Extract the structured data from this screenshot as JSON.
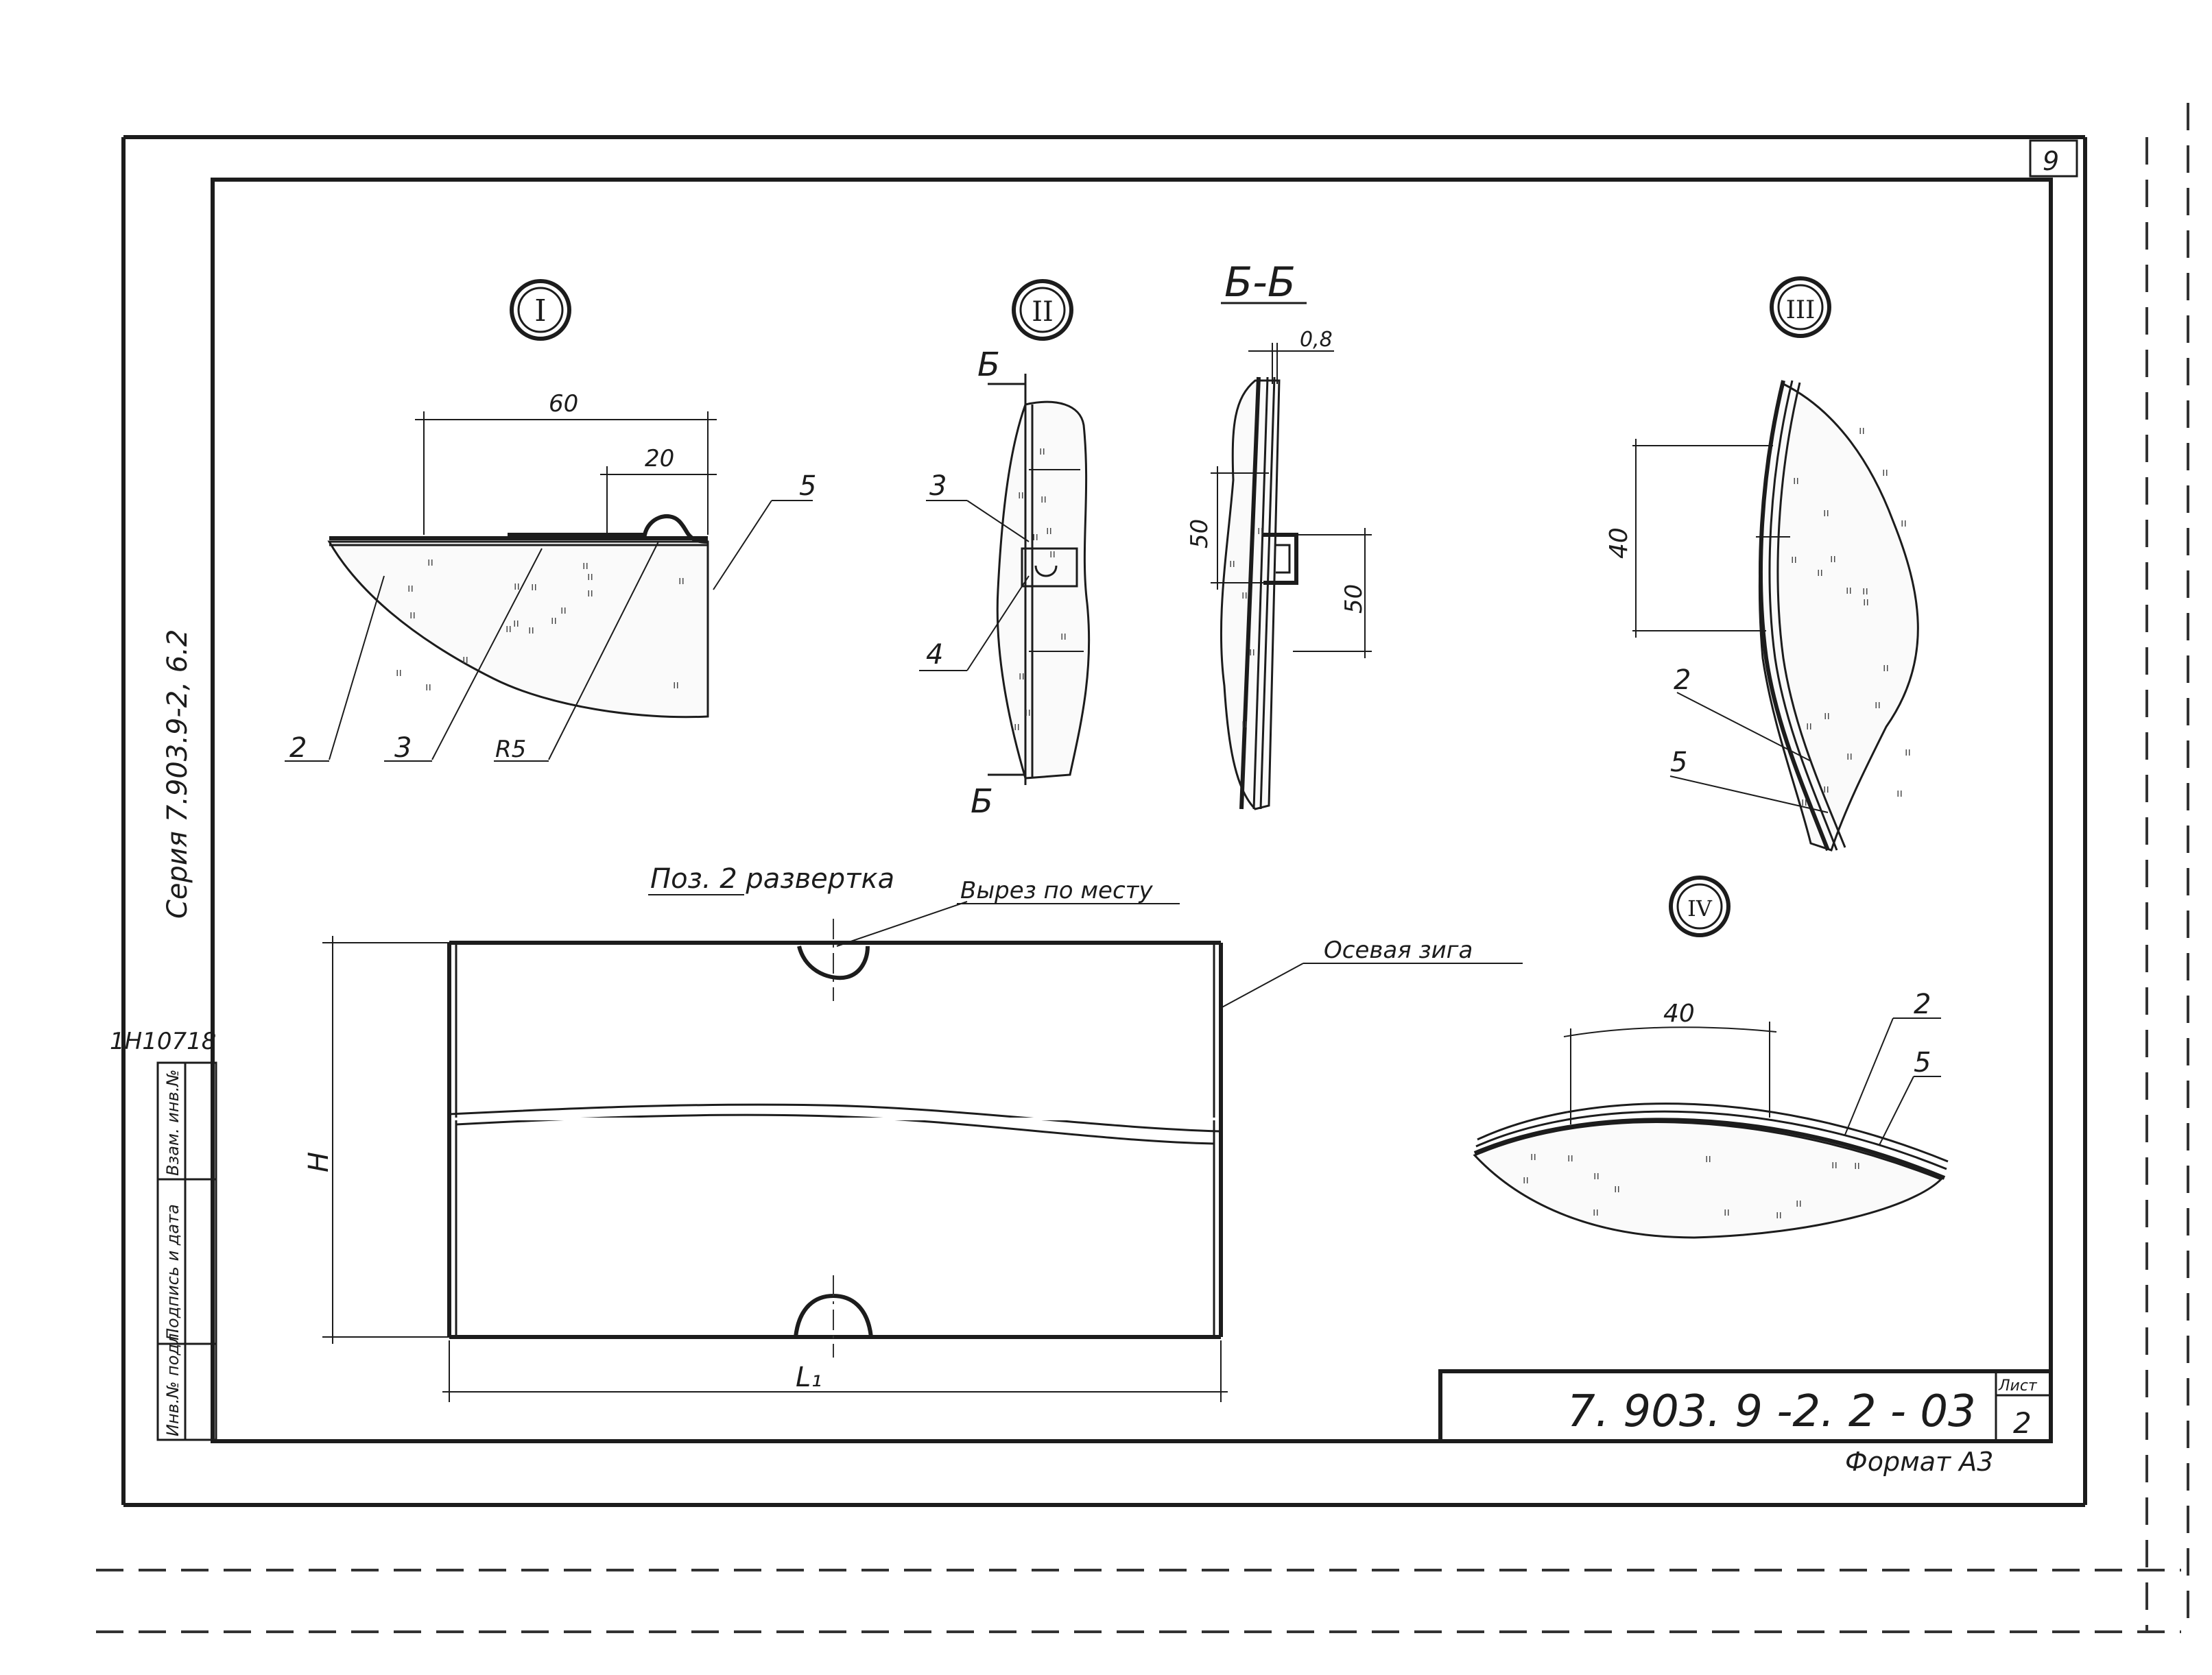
{
  "sheet": {
    "corner_number": "9",
    "series_side": "Серия 7.903.9-2, 6.2",
    "inventory_number": "1Н10718",
    "stamp_labels": [
      "Инв.№ подл.",
      "Подпись и дата",
      "Взам. инв.№"
    ],
    "title_code": "7. 903. 9 -2. 2 - 03",
    "sheet_label": "Лист",
    "sheet_number": "2",
    "format_label": "Формат А3"
  },
  "views": {
    "v1": {
      "marker": "I",
      "dims": {
        "d60": "60",
        "d20": "20"
      },
      "callouts": {
        "c5": "5",
        "c2": "2",
        "c3": "3",
        "r5": "R5"
      }
    },
    "v2": {
      "marker": "II",
      "cut_top": "Б",
      "cut_bottom": "Б",
      "callouts": {
        "c3": "3",
        "c4": "4"
      }
    },
    "section": {
      "title": "Б-Б",
      "dims": {
        "d08": "0,8",
        "d50a": "50",
        "d50b": "50"
      }
    },
    "v3": {
      "marker": "III",
      "dims": {
        "d40": "40"
      },
      "callouts": {
        "c2": "2",
        "c5": "5"
      }
    },
    "v4": {
      "marker": "IV",
      "dims": {
        "d40": "40"
      },
      "callouts": {
        "c2": "2",
        "c5": "5"
      }
    },
    "development": {
      "title": "Поз. 2 развертка",
      "cutout_note": "Вырез по месту",
      "axis_note": "Осевая зига",
      "dim_h": "H",
      "dim_l": "L₁"
    }
  }
}
